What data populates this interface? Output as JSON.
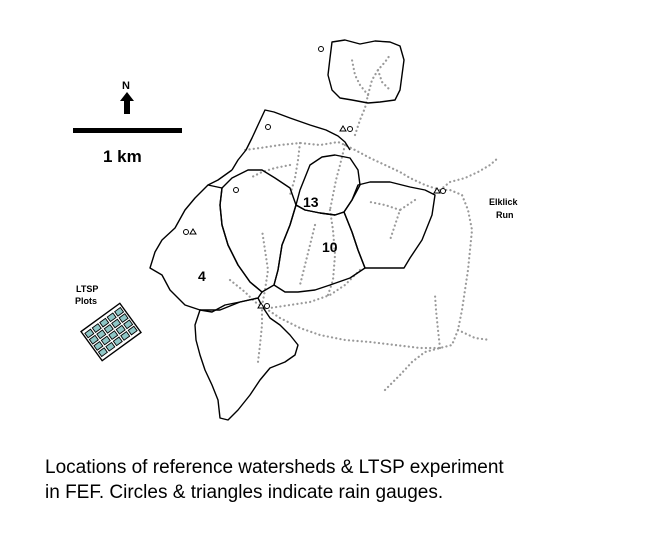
{
  "map": {
    "north_label": "N",
    "scale_label": "1 km",
    "watershed_labels": {
      "ws13": "13",
      "ws10": "10",
      "ws4": "4"
    },
    "ltsp_label_line1": "LTSP",
    "ltsp_label_line2": "Plots",
    "stream_label_line1": "Elklick",
    "stream_label_line2": "Run",
    "stream_color": "#9a9a9a",
    "plot_fill_color": "#8fc6c6"
  },
  "caption": {
    "line1": "Locations of reference watersheds & LTSP experiment",
    "line2": "in FEF.  Circles & triangles indicate rain gauges."
  }
}
